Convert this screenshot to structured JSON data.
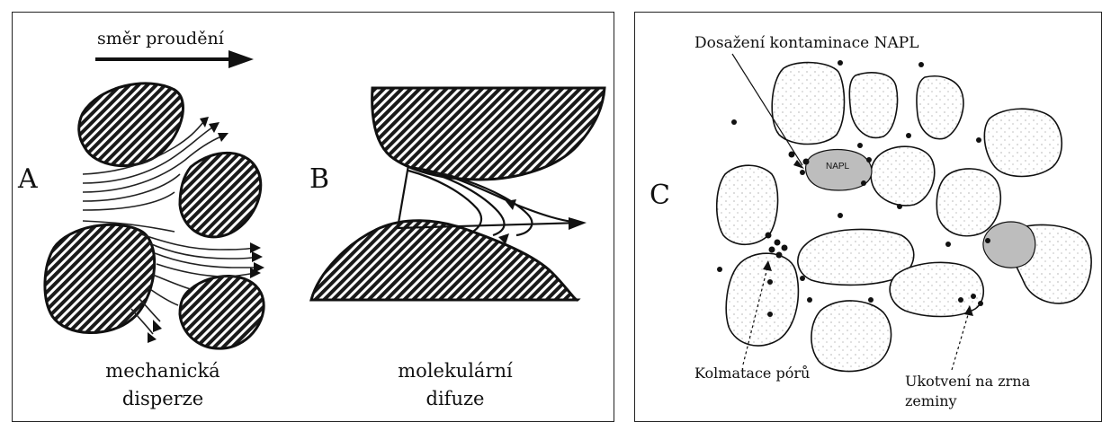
{
  "panel_ab": {
    "flow_direction": "směr proudění",
    "letter_a": "A",
    "letter_b": "B",
    "caption_a_line1": "mechanická",
    "caption_a_line2": "disperze",
    "caption_b_line1": "molekulární",
    "caption_b_line2": "difuze"
  },
  "panel_c": {
    "letter": "C",
    "label_top": "Dosažení kontaminace NAPL",
    "label_napl": "NAPL",
    "label_bottom_left": "Kolmatace pórů",
    "label_bottom_right_line1": "Ukotvení na zrna",
    "label_bottom_right_line2": "zeminy"
  }
}
